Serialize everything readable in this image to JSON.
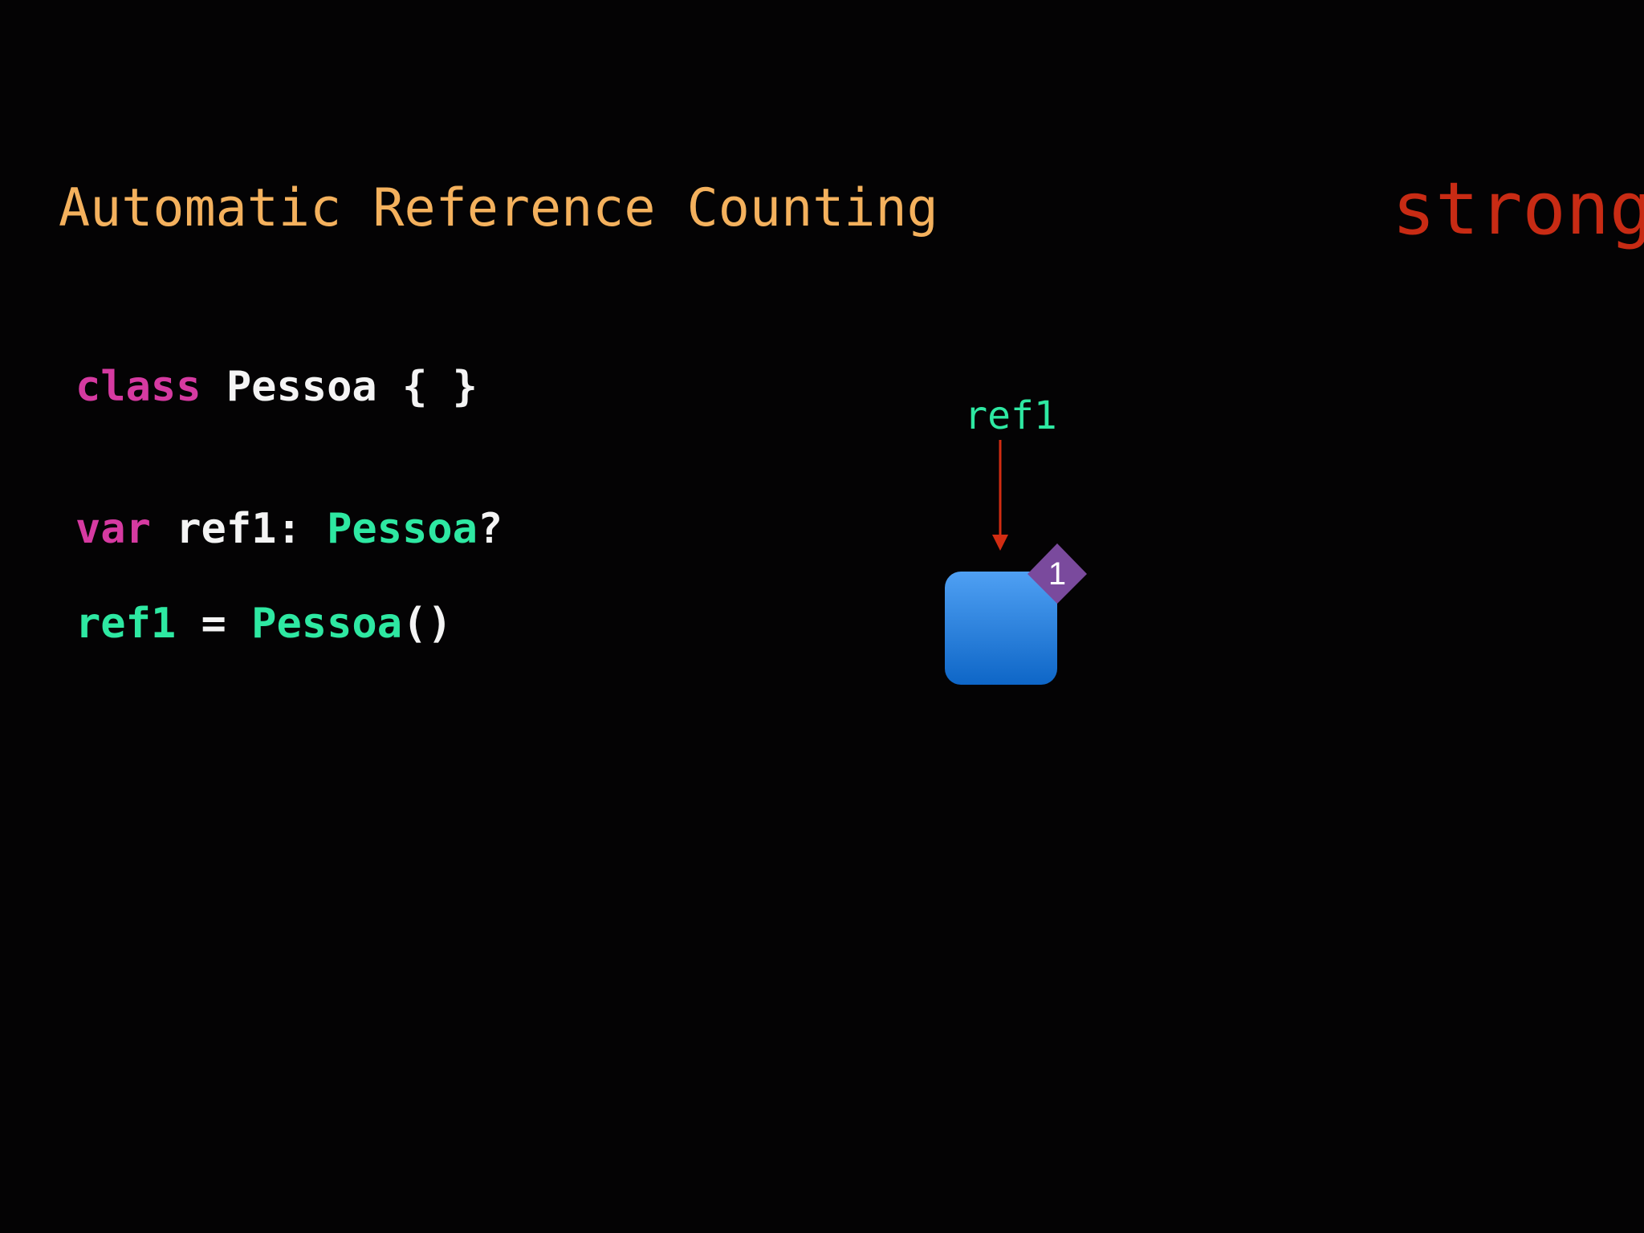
{
  "title": "Automatic Reference Counting",
  "keyword": "strong",
  "code": {
    "line1": [
      {
        "text": "class",
        "color": "#d63aa1"
      },
      {
        "text": " Pessoa { }",
        "color": "#f4f4f4"
      }
    ],
    "line2": [
      {
        "text": "var",
        "color": "#d63aa1"
      },
      {
        "text": " ref1: ",
        "color": "#f4f4f4"
      },
      {
        "text": "Pessoa",
        "color": "#2ee8a2"
      },
      {
        "text": "?",
        "color": "#f4f4f4"
      }
    ],
    "line3": [
      {
        "text": "ref1",
        "color": "#2ee8a2"
      },
      {
        "text": " = ",
        "color": "#f4f4f4"
      },
      {
        "text": "Pessoa",
        "color": "#2ee8a2"
      },
      {
        "text": "()",
        "color": "#f4f4f4"
      }
    ]
  },
  "diagram": {
    "reference_label": "ref1",
    "reference_count": "1"
  },
  "colors": {
    "background": "#040304",
    "title": "#f4b15d",
    "keyword": "#c82b14",
    "reference_label": "#2ee8a2",
    "arrow": "#d22c12",
    "object_top": "#4fa0f3",
    "object_bottom": "#0e66c7",
    "badge": "#7a4a9d",
    "badge_text": "#ffffff"
  }
}
